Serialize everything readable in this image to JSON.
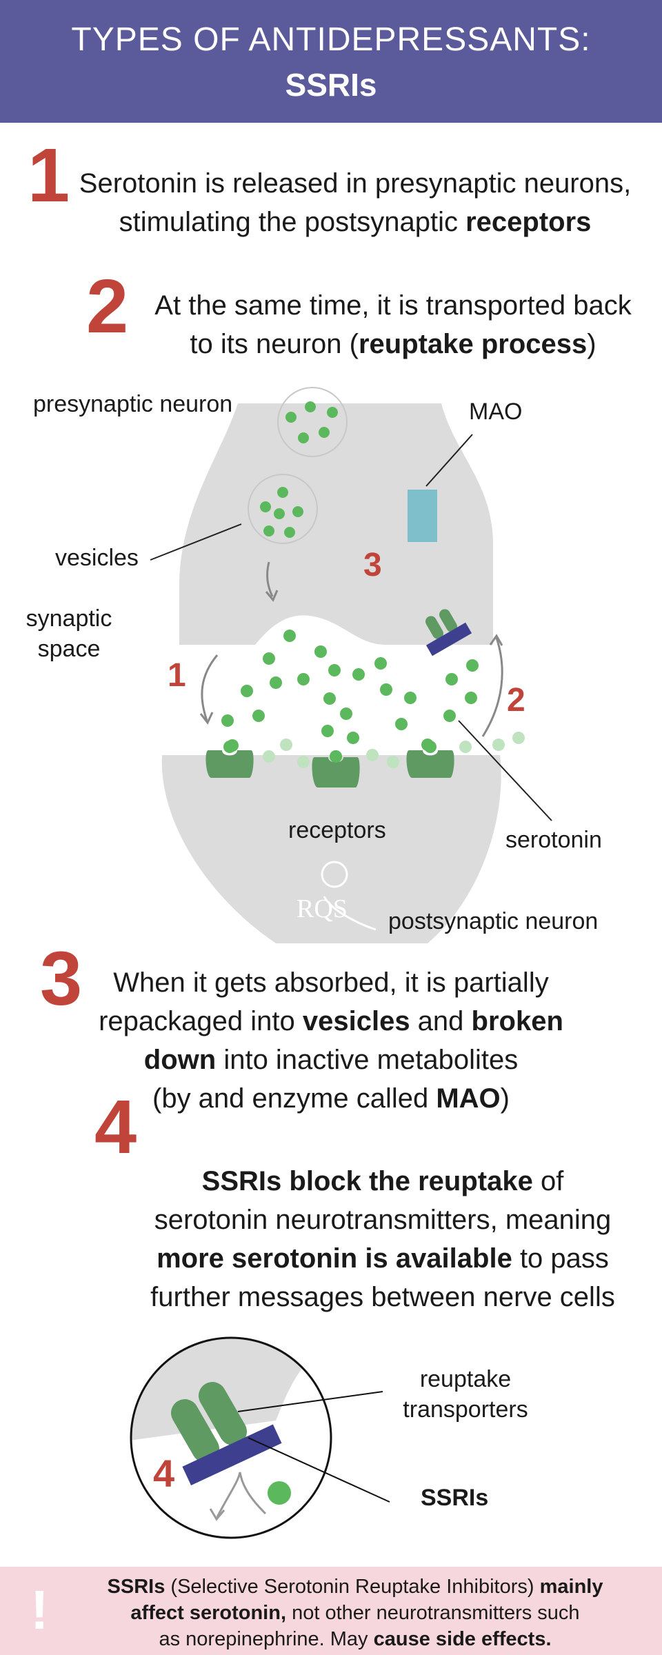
{
  "header": {
    "title_line1": "TYPES OF ANTIDEPRESSANTS:",
    "title_line2": "SSRIs"
  },
  "steps": {
    "s1": {
      "num": "1",
      "a": "Serotonin is released in presynaptic neurons,",
      "b": "stimulating the postsynaptic ",
      "b_bold": "receptors"
    },
    "s2": {
      "num": "2",
      "a": "At the same time, it is transported back",
      "b": "to its neuron (",
      "b_bold": "reuptake process",
      "b_end": ")"
    },
    "s3": {
      "num": "3",
      "a": "When it gets absorbed, it is partially",
      "b": "repackaged into ",
      "b_bold1": "vesicles",
      "b_mid": " and ",
      "b_bold2": "broken",
      "c_bold": "down",
      "c": " into inactive metabolites",
      "d": "(by and enzyme called ",
      "d_bold": "MAO",
      "d_end": ")"
    },
    "s4": {
      "num": "4",
      "a_bold": "SSRIs block the reuptake",
      "a": " of",
      "b": "serotonin neurotransmitters, meaning",
      "c_bold": "more serotonin is available",
      "c": " to pass",
      "d": "further messages between nerve cells"
    }
  },
  "diagram": {
    "presynaptic": "presynaptic neuron",
    "mao": "MAO",
    "vesicles": "vesicles",
    "synaptic1": "synaptic",
    "synaptic2": "space",
    "n1": "1",
    "n2": "2",
    "n3": "3",
    "receptors": "receptors",
    "serotonin": "serotonin",
    "postsynaptic": "postsynaptic neuron",
    "logo": "RQS",
    "colors": {
      "neuron": "#dcdcdc",
      "dot": "#5cb85c",
      "dot_light": "#bfe3bf",
      "receptor": "#5e9a62",
      "mao": "#7fbfcc",
      "ssri": "#3e3f8f"
    }
  },
  "zoom": {
    "transporters1": "reuptake",
    "transporters2": "transporters",
    "ssris": "SSRIs",
    "n4": "4"
  },
  "footer": {
    "excl": "!",
    "b1": "SSRIs",
    "t1": " (Selective Serotonin Reuptake Inhibitors) ",
    "b2": "mainly",
    "b3": "affect serotonin,",
    "t2": " not other neurotransmitters such",
    "t3": "as norepinephrine. May ",
    "b4": "cause side effects."
  }
}
